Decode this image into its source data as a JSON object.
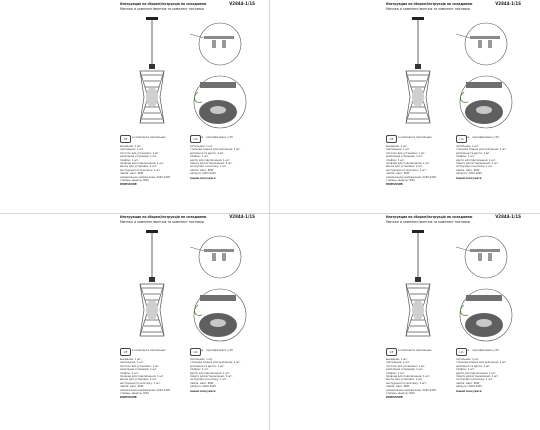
{
  "document": {
    "title_line1": "Инструкция по сборке/Інструкція по складанню",
    "title_line2": "Монтаж и комплект/монтаж та комплект поставки",
    "model_code": "V2844-1/1S",
    "icon_labels": {
      "ce": "CE",
      "star": "★",
      "ukr": "UA",
      "left_note": "в комплекте светильник",
      "right_note": "сертифіковано у ЄС"
    },
    "left_column": {
      "heading": "ВНИМАНИЕ:",
      "lines": [
        "внимание: 1 шт.",
        "светильник: 1 шт.",
        "потолок для установки: 1 шт.",
        "крепление и провода: 1 шт.",
        "плафон: 1 шт.",
        "провода для подключения: 1 шт.",
        "винты для установки: 2 шт.",
        "инструкция по монтажу: 1 шт.",
        "лампа: макс. 60W",
        "номинальное напряжение: 220V-240V",
        "степень защиты: IP20"
      ]
    },
    "right_column": {
      "heading": "Інший опис/увага:",
      "lines": [
        "світильник: 1 шт.",
        "стельова планка для кріплення: 1 шт.",
        "кріплення та дроти: 1 шт.",
        "плафон: 1 шт.",
        "дроти для підключення: 1 шт.",
        "гвинти для встановлення: 2 шт.",
        "інструкція з монтажу: 1 шт.",
        "лампа: макс. 60W",
        "напруга: 220V-240V"
      ]
    }
  },
  "colors": {
    "line": "#444444",
    "metal": "#7a7a7a",
    "shade": "#6b6b6b",
    "bg": "#ffffff"
  },
  "icons": [
    "ce-mark-icon",
    "star-icon",
    "ukr-mark-icon",
    "ceiling-bracket-icon",
    "ceiling-plate-icon",
    "pendant-lamp-icon"
  ]
}
